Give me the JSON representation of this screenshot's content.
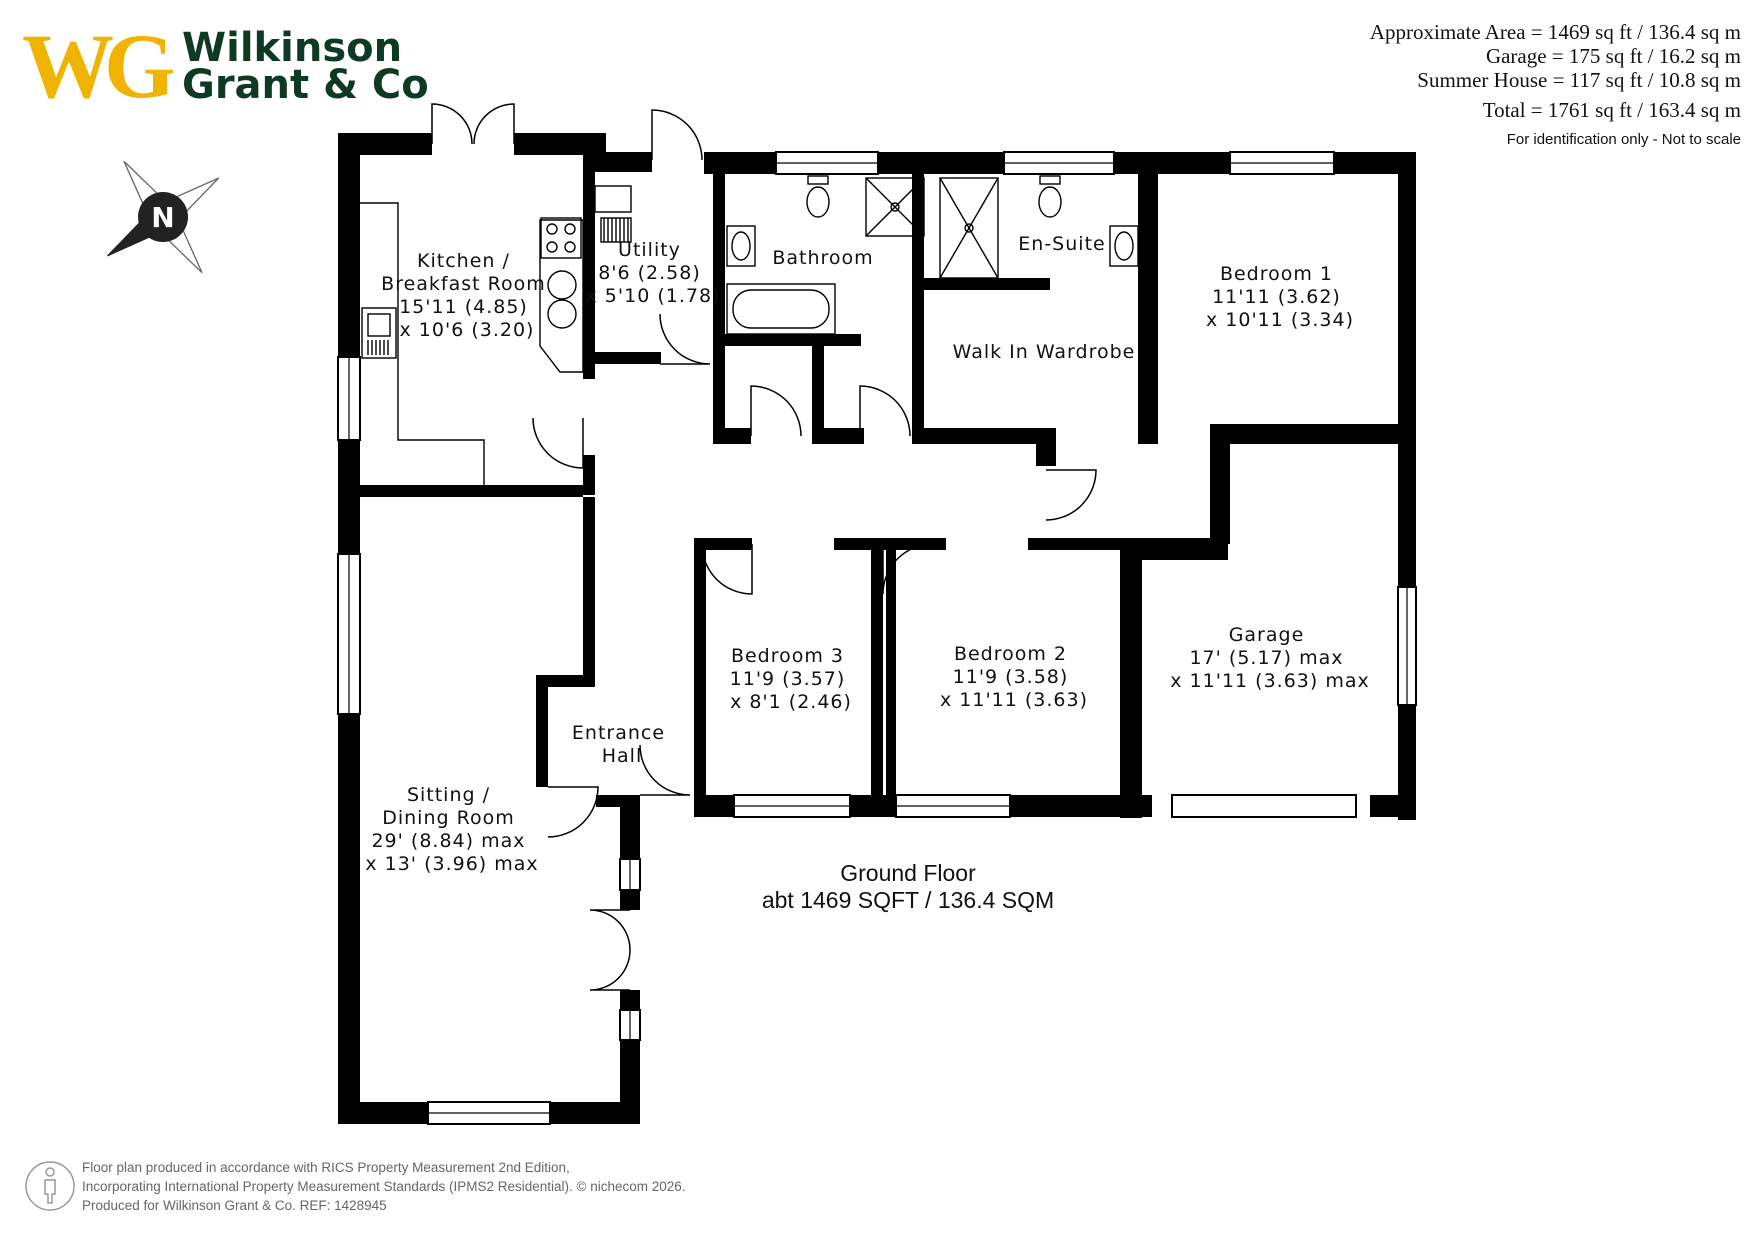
{
  "brand": {
    "monogram": "WG",
    "name_line1": "Wilkinson",
    "name_line2": "Grant & Co",
    "monogram_color": "#f0b400",
    "name_color": "#0e3a24"
  },
  "compass": {
    "letter": "N",
    "icon": "compass-rose-icon"
  },
  "areas": {
    "approx": "Approximate Area = 1469 sq ft / 136.4 sq m",
    "garage": "Garage = 175 sq ft / 16.2 sq m",
    "summer_house": "Summer House = 117 sq ft / 10.8 sq m",
    "total": "Total = 1761 sq ft / 163.4 sq m",
    "note": "For identification only - Not to scale"
  },
  "rooms": {
    "kitchen": [
      "Kitchen /",
      "Breakfast Room",
      "15'11 (4.85)",
      "x 10'6 (3.20)"
    ],
    "utility": [
      "Utility",
      "8'6 (2.58)",
      "x 5'10 (1.78)"
    ],
    "bathroom": [
      "Bathroom"
    ],
    "ensuite": [
      "En-Suite"
    ],
    "wardrobe": [
      "Walk In Wardrobe"
    ],
    "bedroom1": [
      "Bedroom 1",
      "11'11 (3.62)",
      "x 10'11 (3.34)"
    ],
    "bedroom2": [
      "Bedroom 2",
      "11'9 (3.58)",
      "x 11'11 (3.63)"
    ],
    "bedroom3": [
      "Bedroom 3",
      "11'9 (3.57)",
      "x 8'1 (2.46)"
    ],
    "garage": [
      "Garage",
      "17' (5.17) max",
      "x 11'11 (3.63) max"
    ],
    "hall": [
      "Entrance",
      "Hall"
    ],
    "sitting": [
      "Sitting /",
      "Dining Room",
      "29' (8.84) max",
      "x 13' (3.96) max"
    ]
  },
  "floor": {
    "name": "Ground Floor",
    "area": "abt 1469 SQFT / 136.4 SQM"
  },
  "footer": {
    "line1": "Floor plan produced in accordance with RICS Property Measurement 2nd Edition,",
    "line2": "Incorporating International Property Measurement Standards (IPMS2 Residential).  ©  nichecom  2026.",
    "line3": "Produced for Wilkinson Grant & Co.   REF:  1428945",
    "icon": "person-icon"
  }
}
